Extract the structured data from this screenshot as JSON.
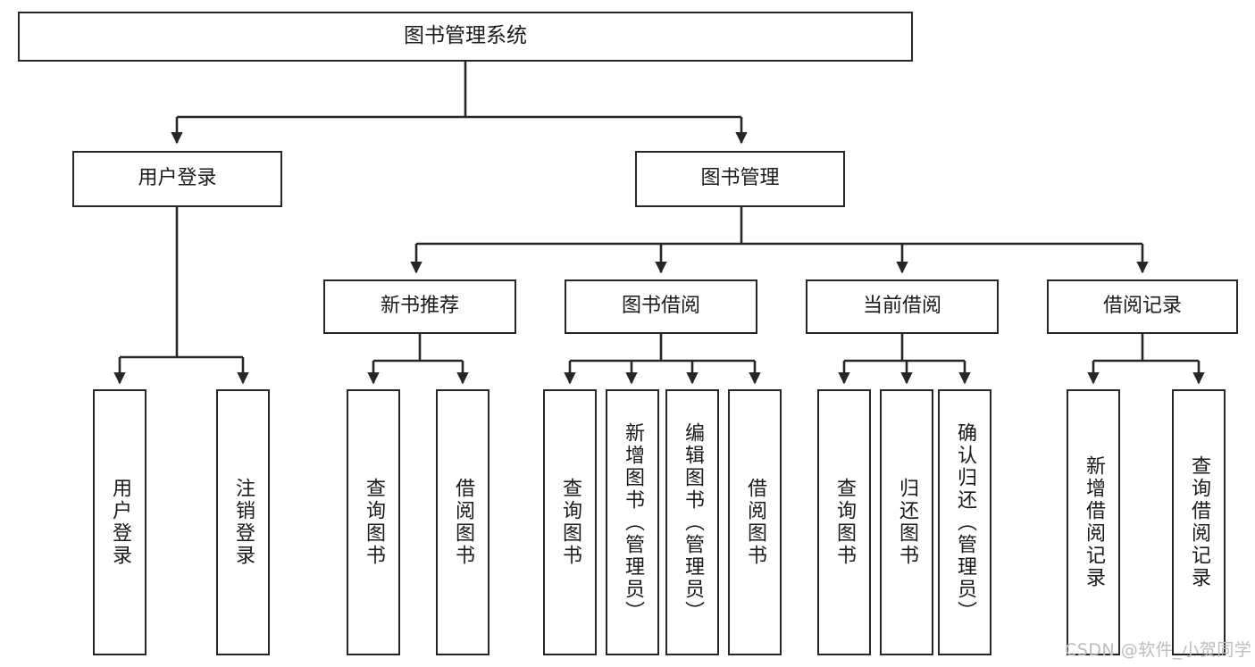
{
  "diagram": {
    "title": "图书管理系统",
    "type": "hierarchy-tree",
    "levels": 4,
    "nodes": {
      "root": {
        "label": "图书管理系统"
      },
      "level2": [
        {
          "id": "user-login",
          "label": "用户登录"
        },
        {
          "id": "book-management",
          "label": "图书管理"
        }
      ],
      "level3": [
        {
          "id": "new-book-recommend",
          "label": "新书推荐"
        },
        {
          "id": "book-borrow",
          "label": "图书借阅"
        },
        {
          "id": "current-borrow",
          "label": "当前借阅"
        },
        {
          "id": "borrow-record",
          "label": "借阅记录"
        }
      ],
      "leaves": {
        "user_login": [
          {
            "id": "leaf-user-login",
            "label": "用户登录"
          },
          {
            "id": "leaf-logout-login",
            "label": "注销登录"
          }
        ],
        "new_book_recommend": [
          {
            "id": "leaf-query-book-1",
            "label": "查询图书"
          },
          {
            "id": "leaf-borrow-book-1",
            "label": "借阅图书"
          }
        ],
        "book_borrow": [
          {
            "id": "leaf-query-book-2",
            "label": "查询图书"
          },
          {
            "id": "leaf-add-book",
            "label": "新增图书（管理员）"
          },
          {
            "id": "leaf-edit-book",
            "label": "编辑图书（管理员）"
          },
          {
            "id": "leaf-borrow-book-2",
            "label": "借阅图书"
          }
        ],
        "current_borrow": [
          {
            "id": "leaf-query-book-3",
            "label": "查询图书"
          },
          {
            "id": "leaf-return-book",
            "label": "归还图书"
          },
          {
            "id": "leaf-confirm-return",
            "label": "确认归还（管理员）"
          }
        ],
        "borrow_record": [
          {
            "id": "leaf-add-record",
            "label": "新增借阅记录"
          },
          {
            "id": "leaf-query-record",
            "label": "查询借阅记录"
          }
        ]
      }
    },
    "colors": {
      "stroke": "#262626",
      "fill": "#ffffff",
      "text": "#1a1a1a",
      "watermark": "#bcbcbc"
    }
  },
  "watermark": {
    "text": "CSDN @软件_小贺同学"
  }
}
